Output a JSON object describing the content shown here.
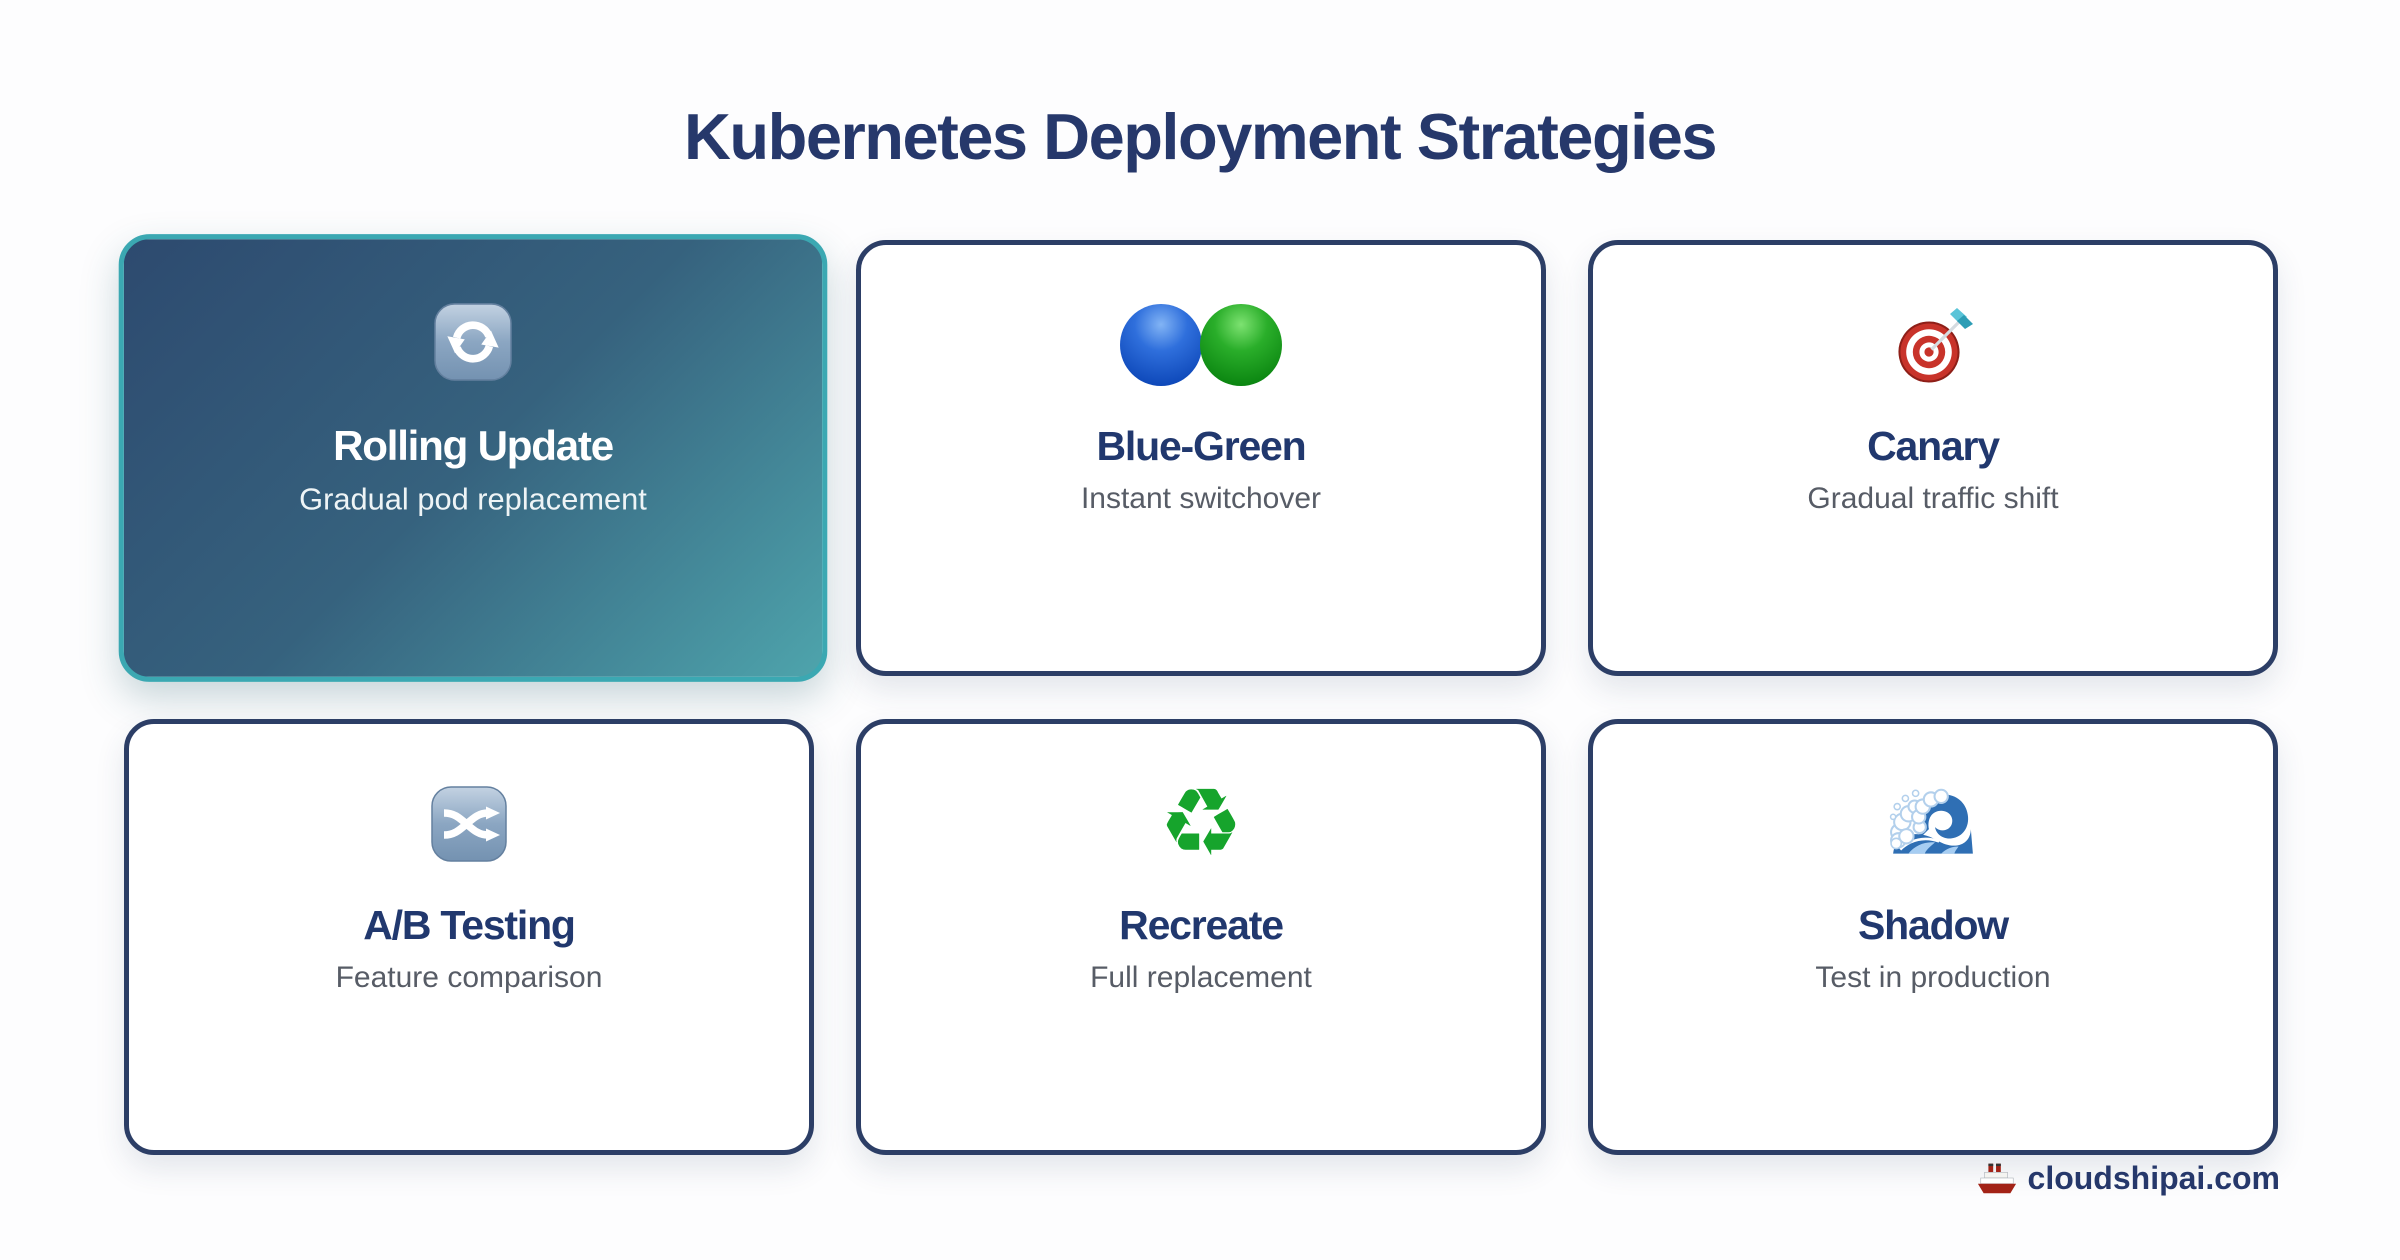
{
  "title": "Kubernetes Deployment Strategies",
  "cards": [
    {
      "title": "Rolling Update",
      "subtitle": "Gradual pod replacement",
      "icon": "counterclockwise-arrows-icon",
      "featured": true
    },
    {
      "title": "Blue-Green",
      "subtitle": "Instant switchover",
      "icon": "blue-green-circles-icon",
      "featured": false
    },
    {
      "title": "Canary",
      "subtitle": "Gradual traffic shift",
      "icon": "dart-target-icon",
      "featured": false
    },
    {
      "title": "A/B Testing",
      "subtitle": "Feature comparison",
      "icon": "shuffle-icon",
      "featured": false
    },
    {
      "title": "Recreate",
      "subtitle": "Full replacement",
      "icon": "recycle-icon",
      "featured": false
    },
    {
      "title": "Shadow",
      "subtitle": "Test in production",
      "icon": "wave-icon",
      "featured": false
    }
  ],
  "footer": {
    "brand": "cloudshipai.com",
    "icon": "ship-icon"
  },
  "colors": {
    "heading": "#26386b",
    "card_border": "#2c3e66",
    "card_title": "#21386e",
    "card_subtitle": "#575c66",
    "featured_gradient_start": "#2d4a6f",
    "featured_gradient_end": "#4ea4ac",
    "featured_border": "#3ba8b2"
  }
}
